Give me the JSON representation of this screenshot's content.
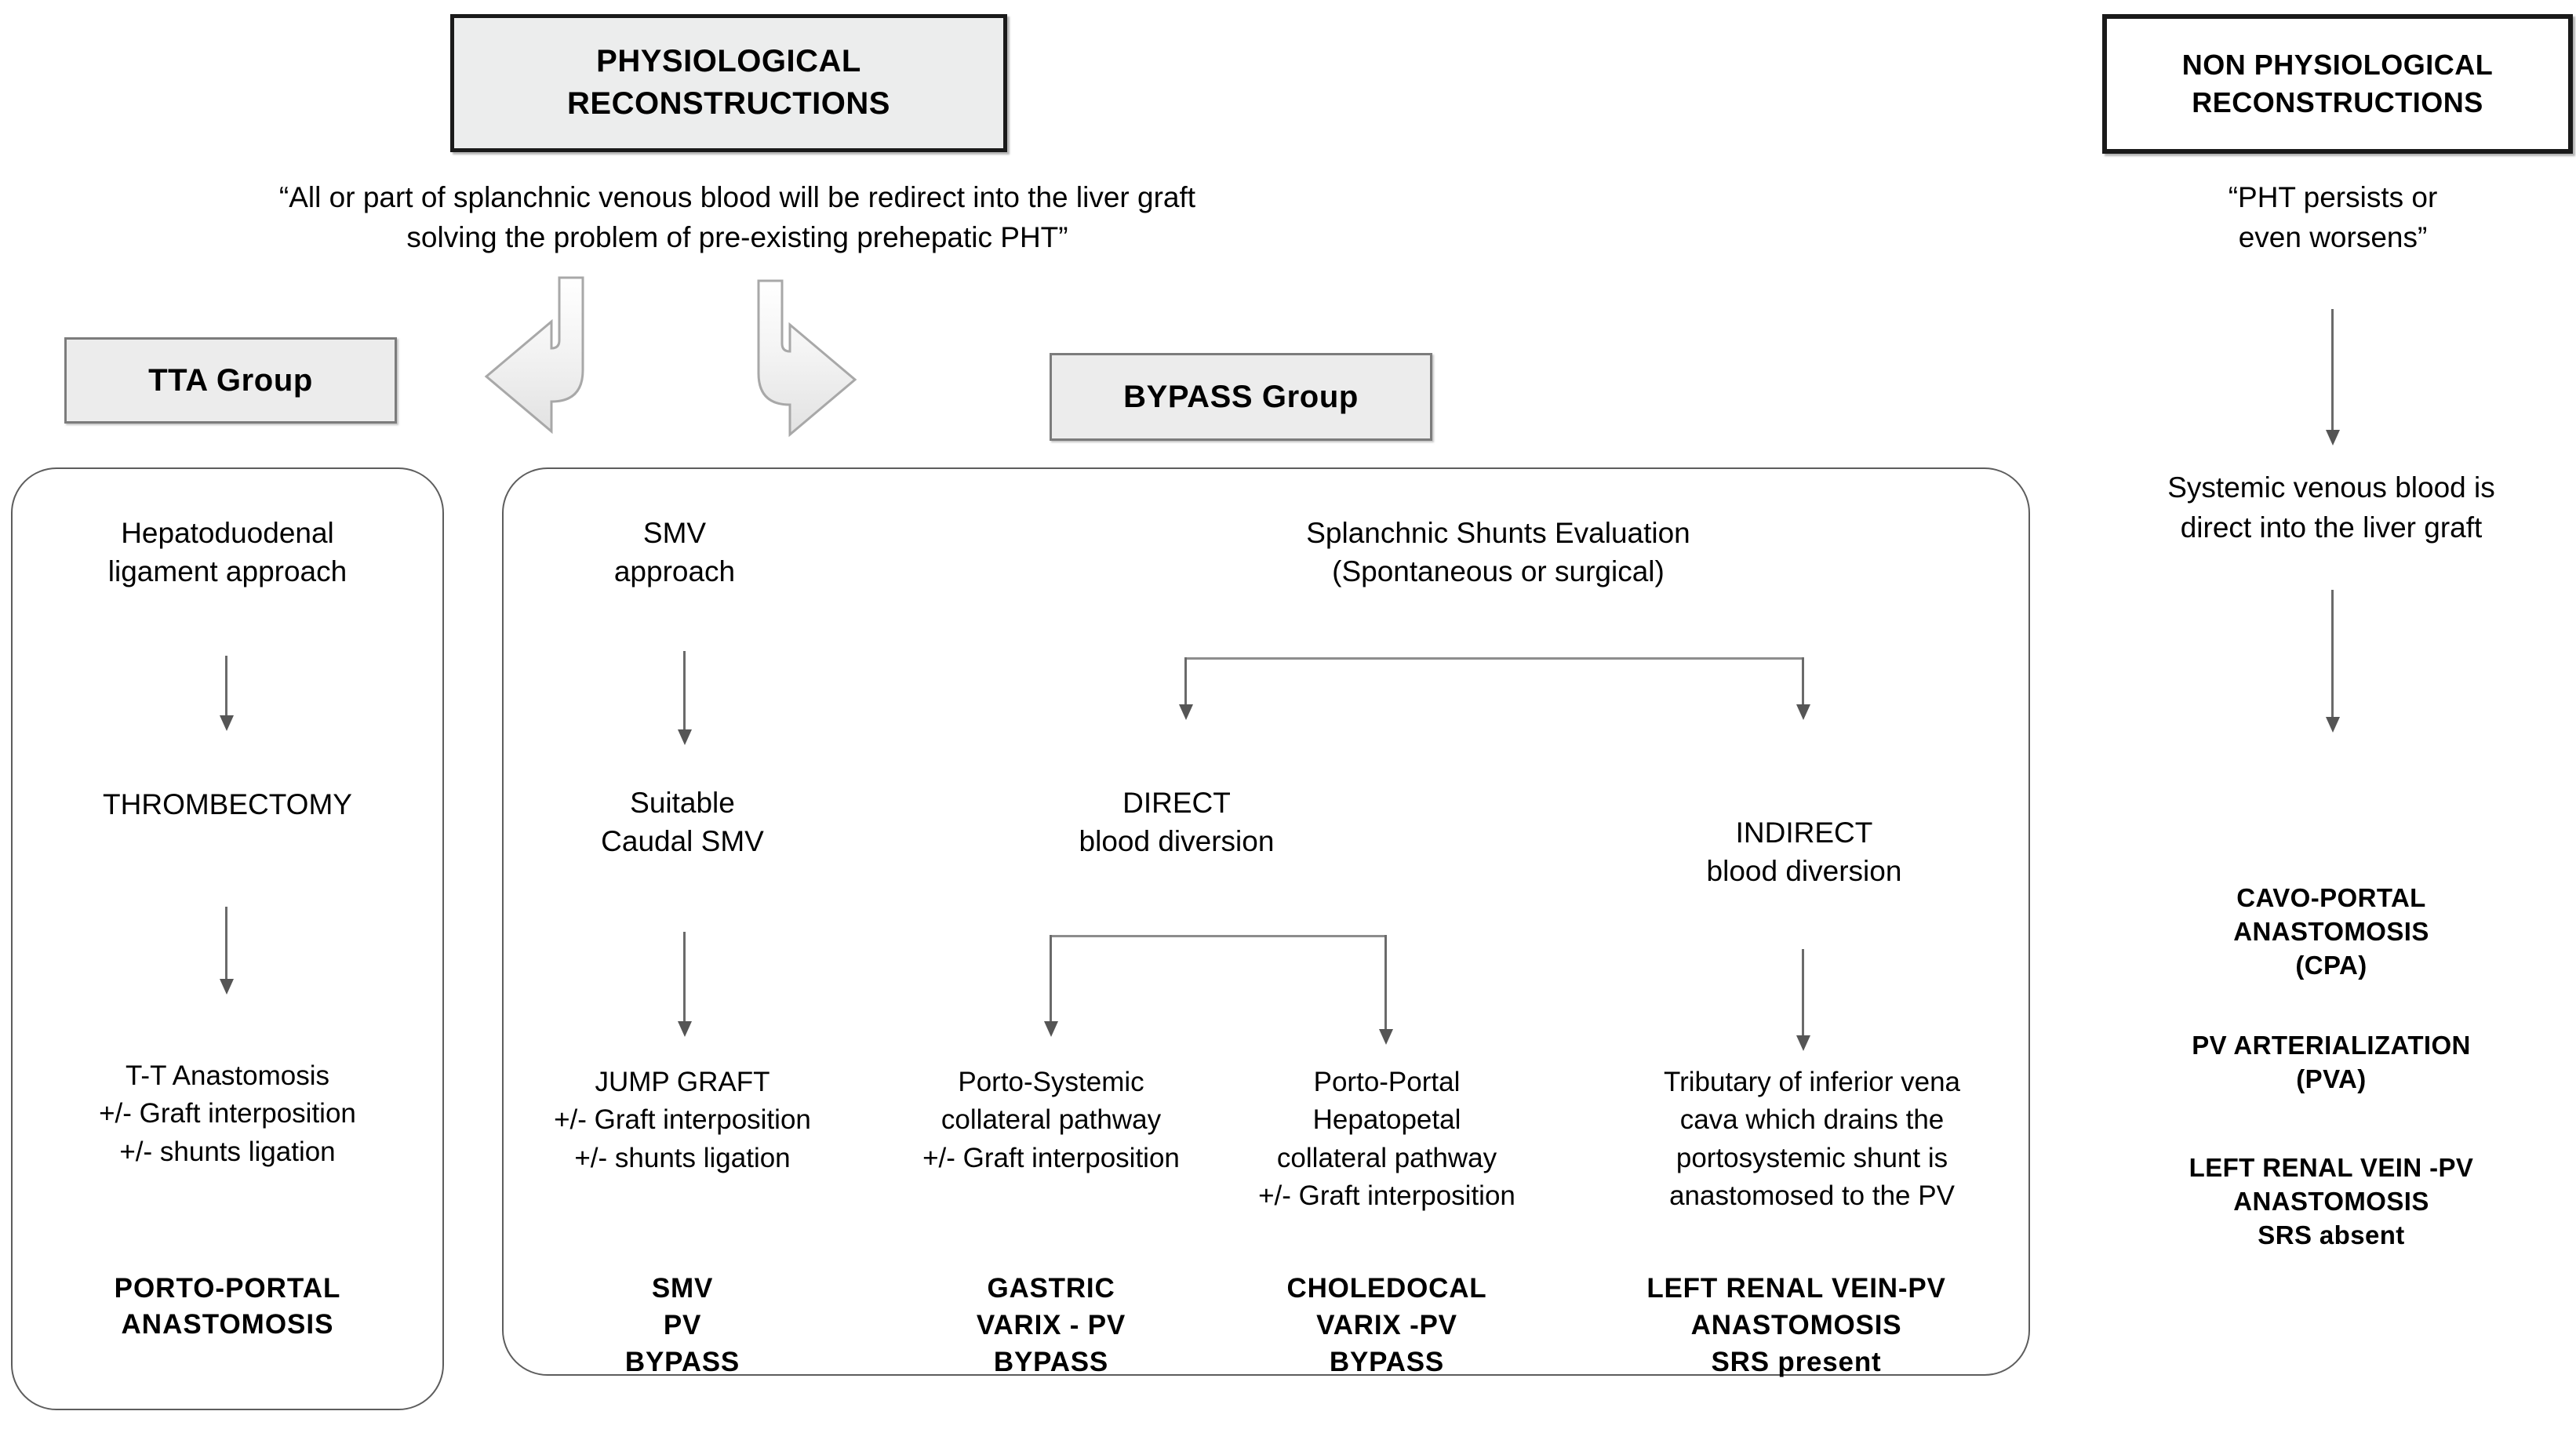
{
  "diagram": {
    "title_left": "PHYSIOLOGICAL\nRECONSTRUCTIONS",
    "title_right": "NON PHYSIOLOGICAL\nRECONSTRUCTIONS",
    "subtitle_left": "“All or part of splanchnic venous blood will be redirect into the liver graft\nsolving the problem of pre-existing prehepatic PHT”",
    "subtitle_right": "“PHT persists or\neven worsens”",
    "chip_left": "TTA Group",
    "chip_right": "BYPASS  Group"
  },
  "tta": {
    "step1": "Hepatoduodenal\nligament approach",
    "step2": "THROMBECTOMY",
    "step3": "T-T Anastomosis\n+/- Graft interposition\n+/- shunts ligation",
    "outcome": "PORTO-PORTAL\nANASTOMOSIS"
  },
  "bypass": {
    "smv_header": "SMV\napproach",
    "shunts_header": "Splanchnic Shunts Evaluation\n(Spontaneous or surgical)",
    "columns": [
      {
        "mid": "Suitable\nCaudal SMV",
        "detail": "JUMP GRAFT\n+/- Graft interposition\n+/- shunts ligation",
        "outcome": "SMV\nPV\nBYPASS"
      },
      {
        "mid": "DIRECT\nblood diversion",
        "detail": "Porto-Systemic\ncollateral pathway\n+/- Graft interposition",
        "outcome": "GASTRIC\nVARIX - PV\nBYPASS"
      },
      {
        "mid": "",
        "detail": "Porto-Portal\nHepatopetal\ncollateral pathway\n+/- Graft interposition",
        "outcome": "CHOLEDOCAL\nVARIX -PV\nBYPASS"
      },
      {
        "mid": "INDIRECT\nblood diversion",
        "detail": "Tributary of  inferior vena\ncava which drains the\nportosystemic shunt is\nanastomosed to the PV",
        "outcome": "LEFT RENAL VEIN-PV\nANASTOMOSIS\nSRS present"
      }
    ]
  },
  "nonphysio": {
    "body": "Systemic venous blood is\ndirect  into the liver graft",
    "items": [
      "CAVO-PORTAL\nANASTOMOSIS\n(CPA)",
      "PV ARTERIALIZATION\n(PVA)",
      "LEFT RENAL VEIN -PV\nANASTOMOSIS\nSRS absent"
    ]
  },
  "colors": {
    "line": "#6a6a6a",
    "panel_border": "#5d5d5d",
    "chip_fill": "#ececec",
    "header_border": "#1a1a1a"
  }
}
